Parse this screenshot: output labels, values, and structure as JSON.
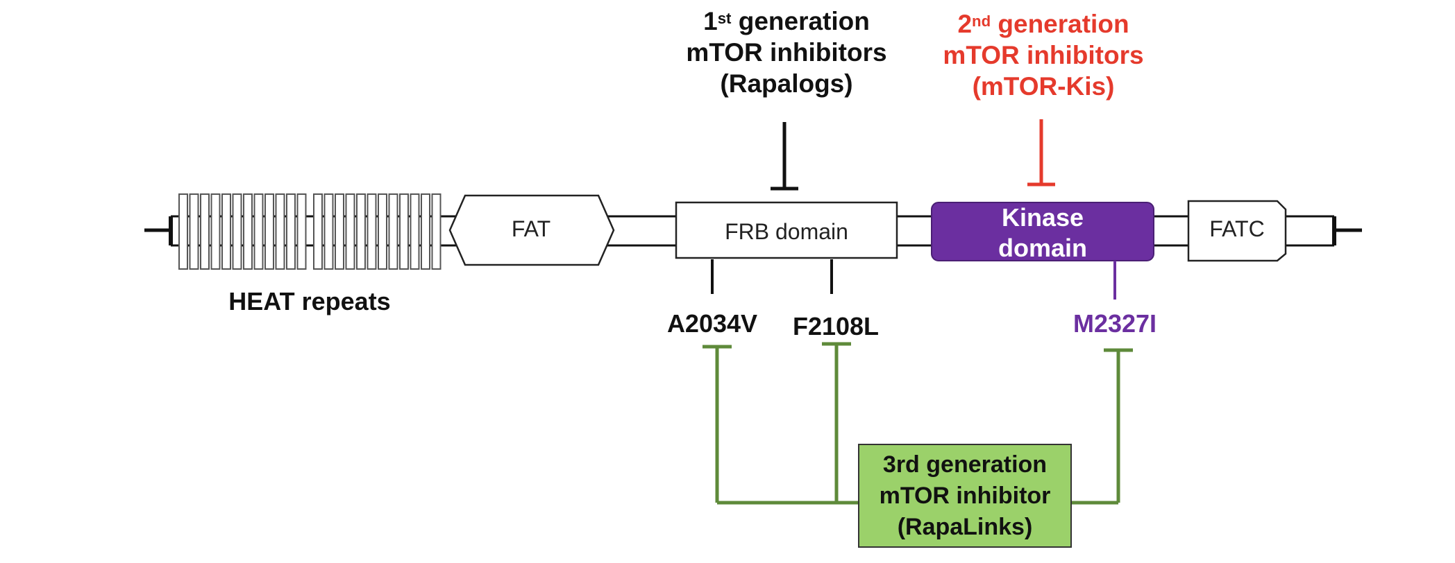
{
  "colors": {
    "gen1": "#111111",
    "gen2": "#e53a2c",
    "kinase": "#6b2fa0",
    "kinase_mut": "#6b2fa0",
    "gen3_fill": "#9bd16a",
    "gen3_line": "#5e8a3a"
  },
  "gen1": {
    "line1_prefix": "1",
    "line1_sup": "st",
    "line1_suffix": " generation",
    "line2": "mTOR inhibitors",
    "line3": "(Rapalogs)"
  },
  "gen2": {
    "line1_prefix": "2",
    "line1_sup": "nd",
    "line1_suffix": " generation",
    "line2": "mTOR inhibitors",
    "line3": "(mTOR-Kis)"
  },
  "domains": {
    "heat": "HEAT repeats",
    "fat": "FAT",
    "frb": "FRB domain",
    "kinase_line1": "Kinase",
    "kinase_line2": "domain",
    "fatc": "FATC"
  },
  "mutations": {
    "a2034v": "A2034V",
    "f2108l": "F2108L",
    "m2327i": "M2327I"
  },
  "gen3": {
    "line1": "3rd generation",
    "line2": "mTOR inhibitor",
    "line3": "(RapaLinks)"
  }
}
